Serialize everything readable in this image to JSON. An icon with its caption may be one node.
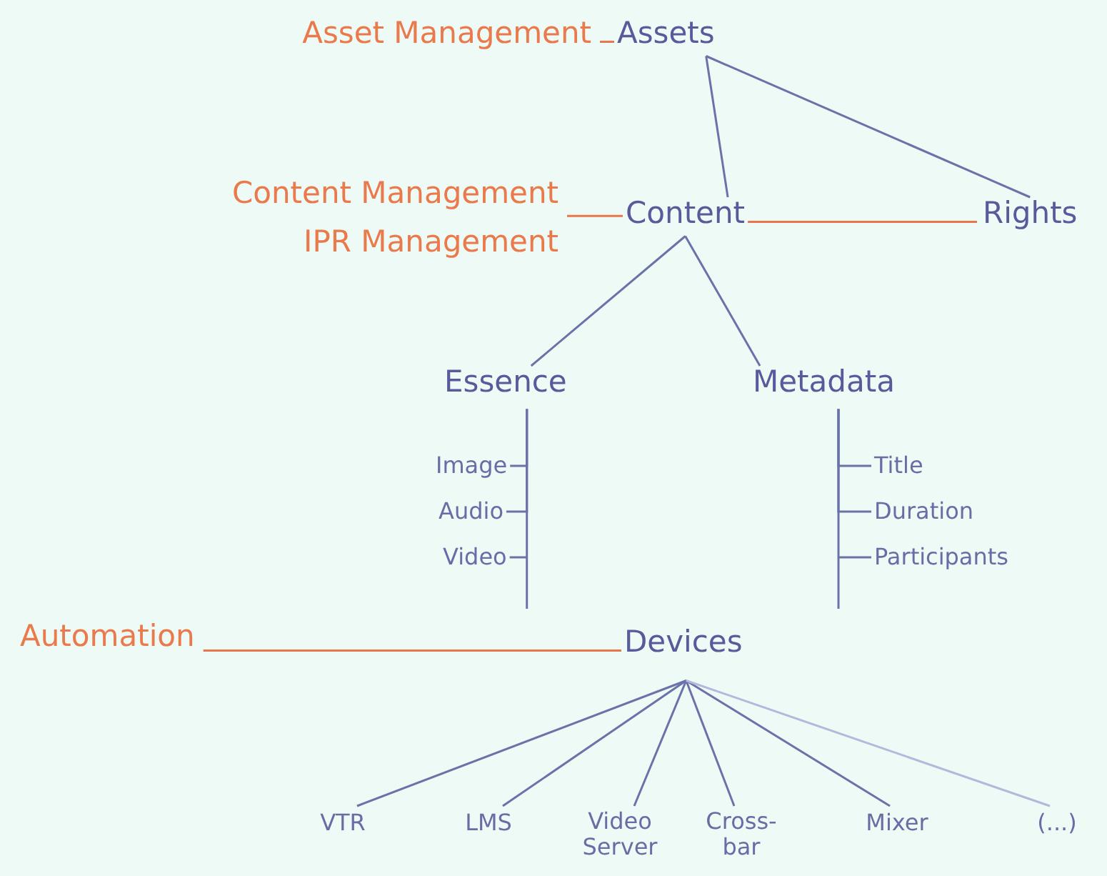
{
  "diagram": {
    "nodes": [
      {
        "text": [
          "Asset Management"
        ]
      },
      {
        "text": [
          "Assets"
        ]
      },
      {
        "text": [
          "Content Management",
          "IPR Management"
        ]
      },
      {
        "text": [
          "Content"
        ]
      },
      {
        "text": [
          "Rights"
        ]
      },
      {
        "text": [
          "Essence"
        ]
      },
      {
        "text": [
          "Metadata"
        ]
      },
      {
        "text": [
          "Image"
        ]
      },
      {
        "text": [
          "Audio"
        ]
      },
      {
        "text": [
          "Video"
        ]
      },
      {
        "text": [
          "Title"
        ]
      },
      {
        "text": [
          "Duration"
        ]
      },
      {
        "text": [
          "Participants"
        ]
      },
      {
        "text": [
          "Automation"
        ]
      },
      {
        "text": [
          "Devices"
        ]
      },
      {
        "text": [
          "VTR"
        ]
      },
      {
        "text": [
          "LMS"
        ]
      },
      {
        "text": [
          "Video Server"
        ]
      },
      {
        "text": [
          "Cross- bar"
        ]
      },
      {
        "text": [
          "Mixer"
        ]
      },
      {
        "text": [
          "(...)"
        ]
      }
    ],
    "edges": [
      {
        "from": 0,
        "to": 1,
        "arrow": "none",
        "color": "#e8784c"
      },
      {
        "from": 1,
        "to": 3,
        "arrow": "none"
      },
      {
        "from": 1,
        "to": 4,
        "arrow": "none"
      },
      {
        "from": 2,
        "to": 3,
        "arrow": "none",
        "color": "#e8784c"
      },
      {
        "from": 3,
        "to": 4,
        "arrow": "none",
        "color": "#e8784c"
      },
      {
        "from": 3,
        "to": 5,
        "arrow": "none"
      },
      {
        "from": 3,
        "to": 6,
        "arrow": "none"
      },
      {
        "from": 7,
        "to": 5,
        "arrow": "none"
      },
      {
        "from": 8,
        "to": 5,
        "arrow": "none"
      },
      {
        "from": 9,
        "to": 5,
        "arrow": "none"
      },
      {
        "from": 10,
        "to": 6,
        "arrow": "none"
      },
      {
        "from": 11,
        "to": 6,
        "arrow": "none"
      },
      {
        "from": 12,
        "to": 6,
        "arrow": "none"
      },
      {
        "from": 13,
        "to": 14,
        "arrow": "none",
        "color": "#e8784c"
      },
      {
        "from": 14,
        "to": 15,
        "arrow": "none"
      },
      {
        "from": 14,
        "to": 16,
        "arrow": "none"
      },
      {
        "from": 14,
        "to": 17,
        "arrow": "none"
      },
      {
        "from": 14,
        "to": 18,
        "arrow": "none"
      },
      {
        "from": 14,
        "to": 19,
        "arrow": "none"
      },
      {
        "from": 14,
        "to": 20,
        "arrow": "none",
        "color": "#b4b8dc"
      }
    ]
  }
}
